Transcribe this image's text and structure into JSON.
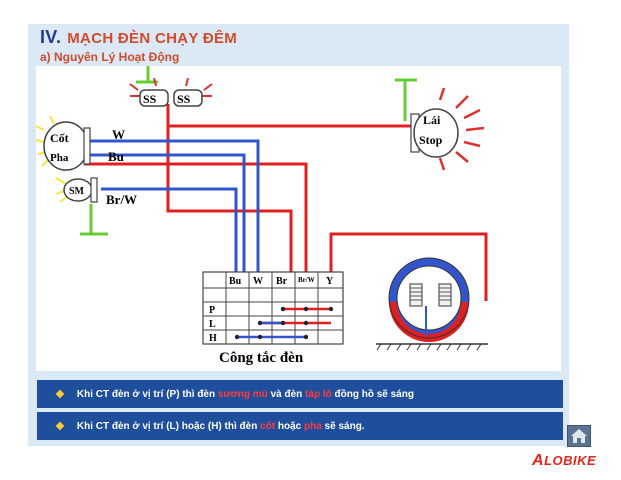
{
  "header": {
    "number": "IV.",
    "title": "MẠCH ĐÈN CHẠY ĐÊM",
    "subtitle": "a) Nguyên Lý Hoạt Động"
  },
  "diagram": {
    "labels": {
      "cot": "Cốt",
      "pha": "Pha",
      "sm": "SM",
      "ss_left": "SS",
      "ss_right": "SS",
      "lai": "Lái",
      "stop": "Stop",
      "wire_w": "W",
      "wire_bu": "Bu",
      "wire_brw": "Br/W",
      "switch_caption": "Công tắc đèn"
    },
    "switch_table": {
      "headers": [
        "Bu",
        "W",
        "Br",
        "Br/W",
        "Y"
      ],
      "rows": [
        "",
        "P",
        "L",
        "H"
      ]
    },
    "colors": {
      "red_wire": "#e02020",
      "blue_wire": "#3355cc",
      "green_ground": "#66cc33",
      "ray_red": "#e03030",
      "ray_yellow": "#f5e642"
    }
  },
  "notes": [
    {
      "bullet": "❖",
      "before": "Khi CT đèn ở vị trí (P) thì đèn ",
      "hl1": "sương mù",
      "middle": " và đèn ",
      "hl2": "táp lô",
      "after": " đồng hồ sẽ sáng"
    },
    {
      "bullet": "❖",
      "before": "Khi CT đèn ở vị trí (L) hoặc (H) thì đèn ",
      "hl1": "cốt",
      "middle": " hoặc ",
      "hl2": "pha",
      "after": " sẽ sáng."
    }
  ],
  "footer": {
    "home_icon": "home-icon",
    "logo_first": "A",
    "logo_rest": "LOBIKE"
  }
}
